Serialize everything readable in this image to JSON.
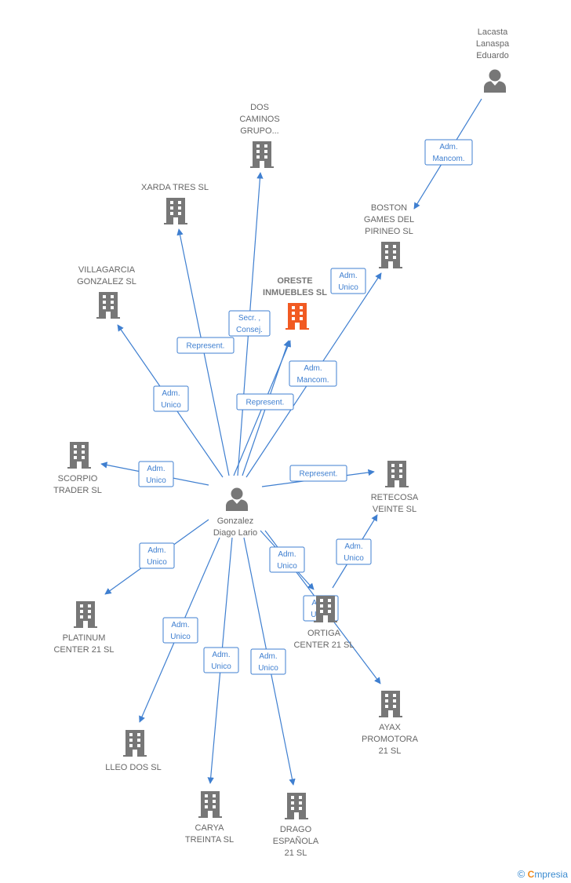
{
  "colors": {
    "edge": "#3f7fd0",
    "icon": "#777777",
    "main_icon": "#f15a22",
    "label": "#666666"
  },
  "central_person": {
    "lines": [
      "Gonzalez",
      "Diago Lario"
    ],
    "icon": "person-icon"
  },
  "main_company": {
    "lines": [
      "ORESTE",
      "INMUEBLES SL"
    ],
    "icon": "building-icon"
  },
  "companies": [
    {
      "id": "dos-caminos",
      "lines": [
        "DOS",
        "CAMINOS",
        "GRUPO..."
      ]
    },
    {
      "id": "xarda-tres",
      "lines": [
        "XARDA TRES SL"
      ]
    },
    {
      "id": "villagarcia",
      "lines": [
        "VILLAGARCIA",
        "GONZALEZ SL"
      ]
    },
    {
      "id": "boston-games",
      "lines": [
        "BOSTON",
        "GAMES DEL",
        "PIRINEO  SL"
      ]
    },
    {
      "id": "scorpio",
      "lines": [
        "SCORPIO",
        "TRADER SL"
      ]
    },
    {
      "id": "retecosa",
      "lines": [
        "RETECOSA",
        "VEINTE SL"
      ]
    },
    {
      "id": "ortiga",
      "lines": [
        "ORTIGA",
        "CENTER 21 SL"
      ]
    },
    {
      "id": "platinum",
      "lines": [
        "PLATINUM",
        "CENTER 21 SL"
      ]
    },
    {
      "id": "lleo-dos",
      "lines": [
        "LLEO DOS SL"
      ]
    },
    {
      "id": "carya",
      "lines": [
        "CARYA",
        "TREINTA SL"
      ]
    },
    {
      "id": "drago",
      "lines": [
        "DRAGO",
        "ESPAÑOLA",
        "21 SL"
      ]
    },
    {
      "id": "ayax",
      "lines": [
        "AYAX",
        "PROMOTORA",
        "21 SL"
      ]
    }
  ],
  "other_persons": [
    {
      "id": "lacasta",
      "lines": [
        "Lacasta",
        "Lanaspa",
        "Eduardo"
      ]
    }
  ],
  "relations": [
    {
      "from": "lacasta",
      "to": "boston-games",
      "lines": [
        "Adm.",
        "Mancom."
      ]
    },
    {
      "from": "gonzalez",
      "to": "dos-caminos",
      "lines": [
        "Secr. ,",
        "Consej."
      ]
    },
    {
      "from": "gonzalez",
      "to": "xarda-tres",
      "lines": [
        "Represent."
      ]
    },
    {
      "from": "gonzalez",
      "to": "villagarcia",
      "lines": [
        "Adm.",
        "Unico"
      ]
    },
    {
      "from": "gonzalez",
      "to": "boston-games",
      "lines": [
        "Adm.",
        "Unico"
      ]
    },
    {
      "from": "gonzalez",
      "to": "main",
      "lines": [
        "Adm.",
        "Mancom."
      ]
    },
    {
      "from": "gonzalez",
      "to": "main",
      "lines": [
        "Represent."
      ]
    },
    {
      "from": "gonzalez",
      "to": "scorpio",
      "lines": [
        "Adm.",
        "Unico"
      ]
    },
    {
      "from": "gonzalez",
      "to": "retecosa",
      "lines": [
        "Represent."
      ]
    },
    {
      "from": "gonzalez",
      "to": "platinum",
      "lines": [
        "Adm.",
        "Unico"
      ]
    },
    {
      "from": "gonzalez",
      "to": "ortiga",
      "lines": [
        "Adm.",
        "Unico"
      ]
    },
    {
      "from": "ortiga",
      "to": "retecosa",
      "lines": [
        "Adm.",
        "Unico"
      ]
    },
    {
      "from": "gonzalez",
      "to": "ayax",
      "lines": [
        "Adm.",
        "Unico"
      ]
    },
    {
      "from": "gonzalez",
      "to": "lleo-dos",
      "lines": [
        "Adm.",
        "Unico"
      ]
    },
    {
      "from": "gonzalez",
      "to": "carya",
      "lines": [
        "Adm.",
        "Unico"
      ]
    },
    {
      "from": "gonzalez",
      "to": "drago",
      "lines": [
        "Adm.",
        "Unico"
      ]
    }
  ],
  "footer": {
    "copyright_symbol": "©",
    "brand_first": "C",
    "brand_rest": "mpresia"
  }
}
